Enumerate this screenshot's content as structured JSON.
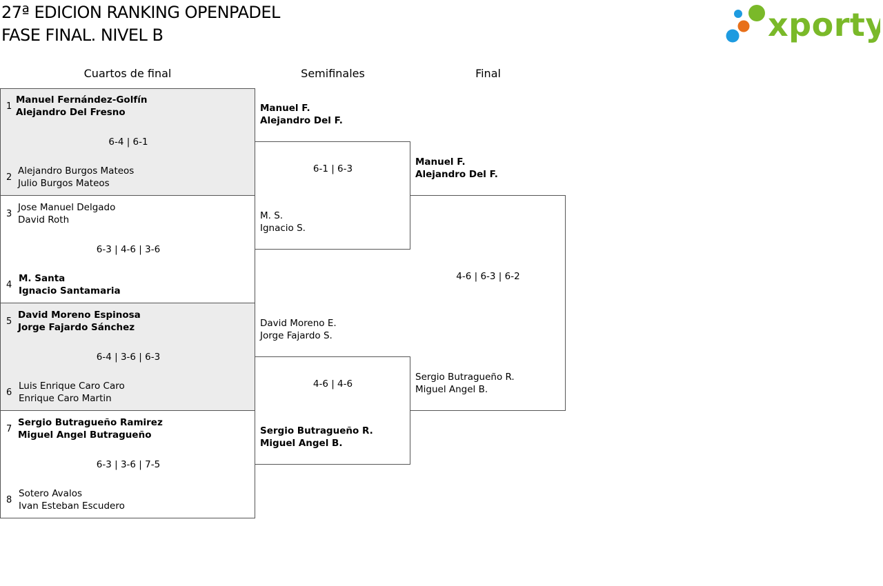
{
  "title": {
    "line1": "27ª EDICION RANKING OPENPADEL",
    "line2": "FASE FINAL. NIVEL B"
  },
  "logo": {
    "text": "xporty",
    "colors": [
      "#1e9be0",
      "#7ab929",
      "#e8701a"
    ]
  },
  "columns": {
    "quarterfinals": "Cuartos de final",
    "semifinals": "Semifinales",
    "final": "Final"
  },
  "quarterfinals": [
    {
      "top": {
        "seed": "1",
        "p1": "Manuel Fernández-Golfín",
        "p2": "Alejandro Del Fresno"
      },
      "score": "6-4 | 6-1",
      "bottom": {
        "seed": "2",
        "p1": "Alejandro Burgos Mateos",
        "p2": "Julio Burgos Mateos"
      }
    },
    {
      "top": {
        "seed": "3",
        "p1": "Jose Manuel Delgado",
        "p2": "David Roth"
      },
      "score": "6-3 | 4-6 | 3-6",
      "bottom": {
        "seed": "4",
        "p1": "M. Santa",
        "p2": "Ignacio Santamaria"
      }
    },
    {
      "top": {
        "seed": "5",
        "p1": "David Moreno Espinosa",
        "p2": "Jorge Fajardo Sánchez"
      },
      "score": "6-4 | 3-6 | 6-3",
      "bottom": {
        "seed": "6",
        "p1": "Luis Enrique Caro Caro",
        "p2": "Enrique Caro Martin"
      }
    },
    {
      "top": {
        "seed": "7",
        "p1": "Sergio Butragueño Ramirez",
        "p2": "Miguel Angel Butragueño"
      },
      "score": "6-3 | 3-6 | 7-5",
      "bottom": {
        "seed": "8",
        "p1": "Sotero Avalos",
        "p2": "Ivan Esteban Escudero"
      }
    }
  ],
  "semifinals": [
    {
      "top": {
        "p1": "Manuel F.",
        "p2": "Alejandro Del F."
      },
      "score": "6-1 | 6-3",
      "bottom": {
        "p1": "M. S.",
        "p2": "Ignacio S."
      }
    },
    {
      "top": {
        "p1": "David Moreno E.",
        "p2": "Jorge Fajardo S."
      },
      "score": "4-6 | 4-6",
      "bottom": {
        "p1": "Sergio Butragueño R.",
        "p2": "Miguel Angel B."
      }
    }
  ],
  "final": {
    "top": {
      "p1": "Manuel F.",
      "p2": "Alejandro Del F."
    },
    "score": "4-6 | 6-3 | 6-2",
    "bottom": {
      "p1": "Sergio Butragueño R.",
      "p2": "Miguel Angel B."
    }
  }
}
